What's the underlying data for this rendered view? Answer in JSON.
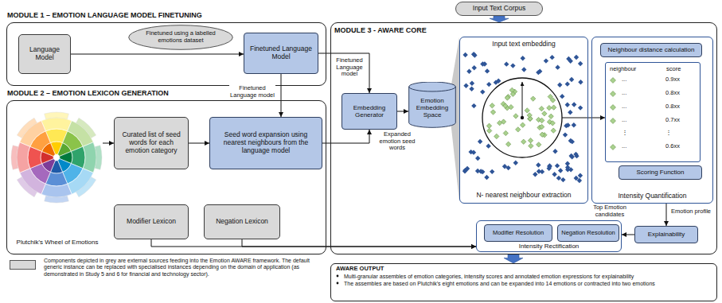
{
  "diagram": {
    "nodes": [
      {
        "text": [
          "MODULE 1 – EMOTION LANGUAGE MODEL FINETUNING"
        ]
      },
      {
        "text": [
          "Language Model"
        ],
        "in": 0
      },
      {
        "text": [
          "Finetuned using a labelled emotions dataset"
        ],
        "in": 0
      },
      {
        "text": [
          "Finetuned Language Model"
        ],
        "in": 0
      },
      {
        "text": [
          "MODULE 2 – EMOTION LEXICON GENERATION"
        ]
      },
      {
        "text": [
          "Plutchik's Wheel of Emotions"
        ],
        "in": 4
      },
      {
        "text": [
          "Curated list of seed words for each emotion category"
        ],
        "in": 4
      },
      {
        "text": [
          "Seed word expansion using nearest neighbours from the language model"
        ],
        "in": 4
      },
      {
        "text": [
          "Modifier Lexicon"
        ],
        "in": 4
      },
      {
        "text": [
          "Negation Lexicon"
        ],
        "in": 4
      },
      {
        "text": [
          "Input Text Corpus"
        ]
      },
      {
        "text": [
          "MODULE 3 - AWARE CORE"
        ]
      },
      {
        "text": [
          "Embedding Generator"
        ],
        "in": 11
      },
      {
        "text": [
          "Emotion Embedding Space"
        ],
        "in": 11
      },
      {
        "text": [
          "Input text embedding",
          "N- nearest neighbour extraction"
        ],
        "in": 11
      },
      {
        "text": [
          "Intensity Quantification"
        ],
        "in": 11
      },
      {
        "text": [
          "Neighbour distance calculation"
        ],
        "in": 15
      },
      {
        "text": [
          "neighbour",
          "score"
        ],
        "in": 15
      },
      {
        "text": [
          "Scoring Function"
        ],
        "in": 15
      },
      {
        "text": [
          "Intensity Rectification"
        ],
        "in": 11
      },
      {
        "text": [
          "Modifier Resolution"
        ],
        "in": 19
      },
      {
        "text": [
          "Negation Resolution"
        ],
        "in": 19
      },
      {
        "text": [
          "Explainability"
        ],
        "in": 11
      },
      {
        "text": [
          "AWARE OUTPUT",
          "Multi-granular assembles of emotion categories, intensity scores and annotated emotion expressions for explainability",
          "The assembles are based on Plutchik's eight emotions and can be expanded into 14 emotions or contracted into two emotions"
        ]
      }
    ],
    "edges": [
      {
        "from": 1,
        "to": 3,
        "arrow": "to"
      },
      {
        "from": 3,
        "to": 7,
        "label": "Finetuned Language model",
        "arrow": "to"
      },
      {
        "from": 3,
        "to": 12,
        "label": "Finetuned Language model",
        "arrow": "to"
      },
      {
        "from": 5,
        "to": 6,
        "arrow": "to"
      },
      {
        "from": 6,
        "to": 7,
        "arrow": "to"
      },
      {
        "from": 7,
        "to": 12,
        "label": "Expanded emotion seed words",
        "arrow": "to"
      },
      {
        "from": 12,
        "to": 13,
        "arrow": "to"
      },
      {
        "from": 10,
        "to": 11,
        "arrow": "to"
      },
      {
        "from": 14,
        "to": 17,
        "arrow": "to"
      },
      {
        "from": 15,
        "to": 22,
        "label": "Emotion profile",
        "arrow": "to"
      },
      {
        "from": 22,
        "to": 19,
        "label": "Top Emotion candidates",
        "arrow": "to"
      },
      {
        "from": 8,
        "to": 19,
        "arrow": "to"
      },
      {
        "from": 9,
        "to": 19,
        "arrow": "to"
      },
      {
        "from": 11,
        "to": 23,
        "arrow": "to"
      }
    ],
    "labels": [
      "...",
      "0.9xx",
      "...",
      "0.8xx",
      "...",
      "0.8xx",
      "...",
      "0.7xx",
      "⋮",
      "⋮",
      "...",
      "0.6xx"
    ],
    "legend": [
      {
        "text": "Components depicted in grey are external sources feeding into the Emotion AWARE framework. The default generic instance can be replaced with specialised instances depending on the domain of application (as demonstrated in Study 5 and 6 for financial and technology sector).",
        "color": "#d9d9d9"
      }
    ]
  }
}
